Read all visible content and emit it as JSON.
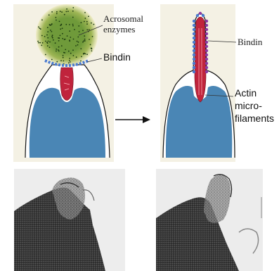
{
  "labels": {
    "acrosomal_line1": "Acrosomal",
    "acrosomal_line2": "enzymes",
    "bindin_left": "Bindin",
    "bindin_right": "Bindin",
    "actin_line1": "Actin",
    "actin_line2": "micro-",
    "actin_line3": "filaments"
  },
  "colors": {
    "panel_bg": "#f4f1e4",
    "nucleus": "#4a86b5",
    "acrosome_green": "#6f9a3a",
    "acrosome_glow": "#e9eca8",
    "actin_red": "#c0243c",
    "bindin_blue": "#4a7bd0",
    "bindin_purple": "#8a3aa6",
    "outline": "#111111"
  },
  "icons": {
    "arrow": "right-arrow-icon"
  }
}
